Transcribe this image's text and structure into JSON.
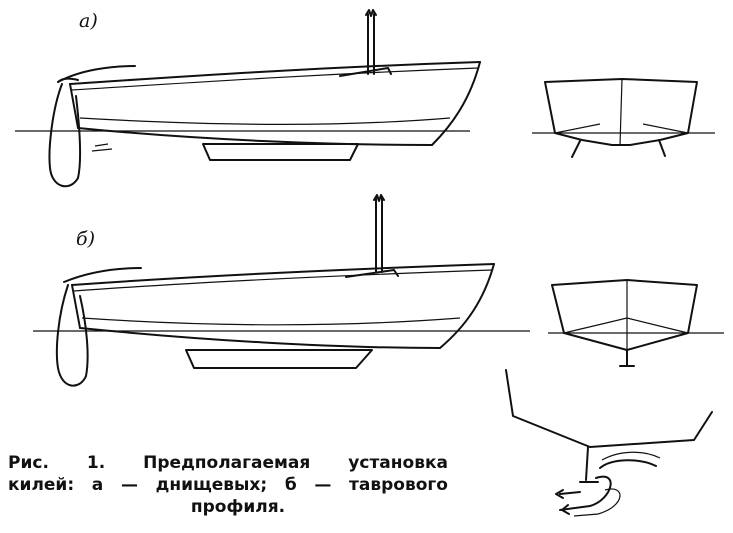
{
  "labels": {
    "variant_a": "а)",
    "variant_b": "б)"
  },
  "caption": {
    "line1_words": [
      "Рис.",
      "1.",
      "Предполагаемая",
      "установка"
    ],
    "line2_words": [
      "килей:",
      "а",
      "—",
      "днищевых;",
      "б",
      "—",
      "таврового"
    ],
    "line3": "профиля."
  }
}
